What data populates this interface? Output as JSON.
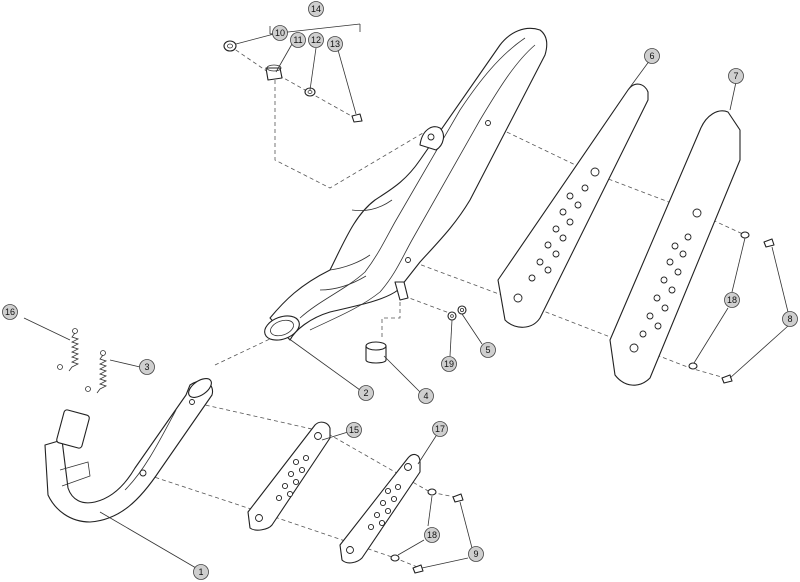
{
  "callouts": [
    {
      "key": "c1",
      "label": "1"
    },
    {
      "key": "c2",
      "label": "2"
    },
    {
      "key": "c3",
      "label": "3"
    },
    {
      "key": "c4",
      "label": "4"
    },
    {
      "key": "c5",
      "label": "5"
    },
    {
      "key": "c6",
      "label": "6"
    },
    {
      "key": "c7",
      "label": "7"
    },
    {
      "key": "c8",
      "label": "8"
    },
    {
      "key": "c9",
      "label": "9"
    },
    {
      "key": "c10",
      "label": "10"
    },
    {
      "key": "c11",
      "label": "11"
    },
    {
      "key": "c12",
      "label": "12"
    },
    {
      "key": "c13",
      "label": "13"
    },
    {
      "key": "c14",
      "label": "14"
    },
    {
      "key": "c15",
      "label": "15"
    },
    {
      "key": "c16",
      "label": "16"
    },
    {
      "key": "c17",
      "label": "17"
    },
    {
      "key": "c18a",
      "label": "18"
    },
    {
      "key": "c18b",
      "label": "18"
    },
    {
      "key": "c19",
      "label": "19"
    }
  ],
  "colors": {
    "callout_fill": "#cfcfcf",
    "line": "#222222"
  }
}
